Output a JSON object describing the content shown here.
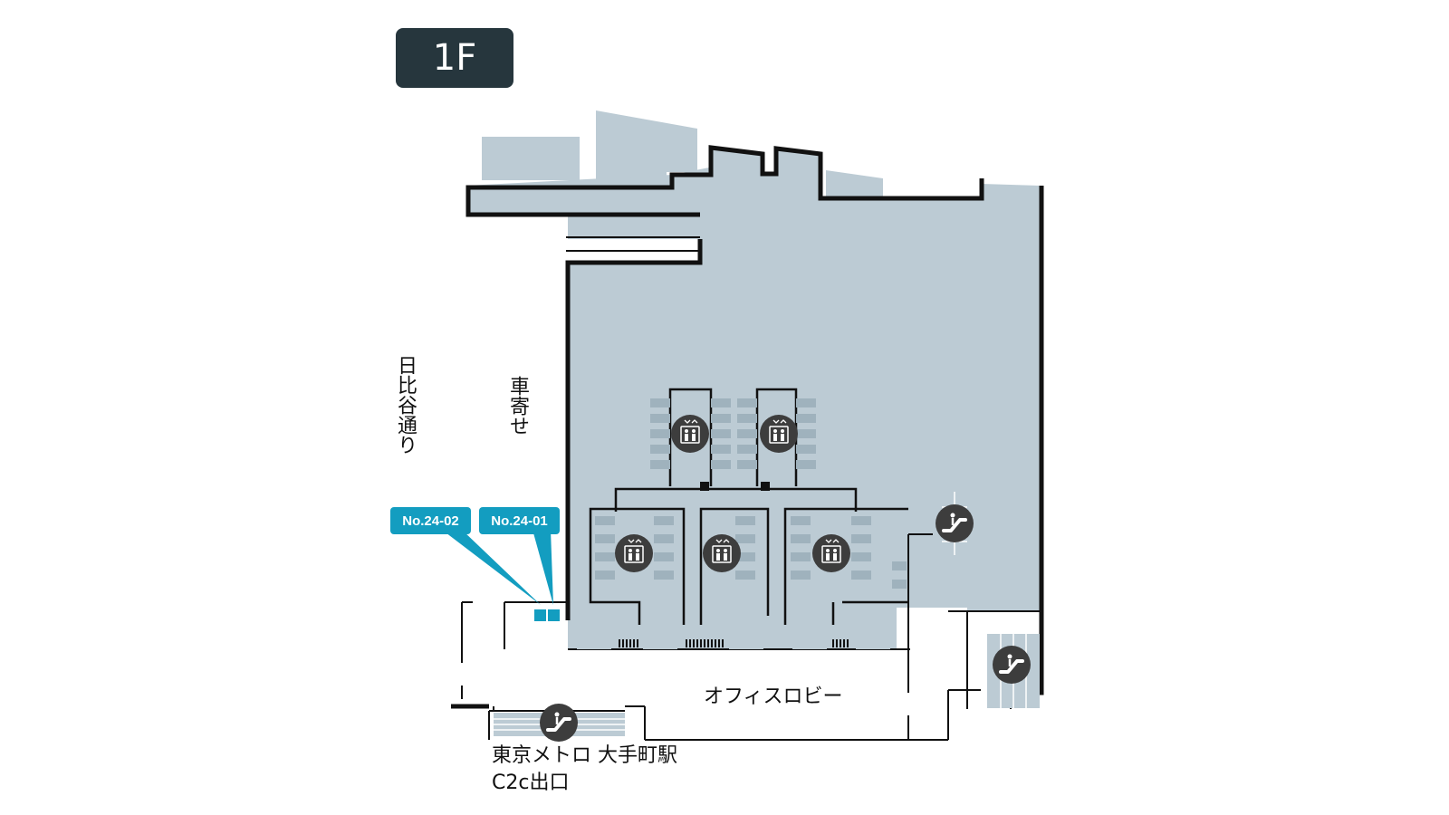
{
  "floor": "1F",
  "labels": {
    "street": "日比谷通り",
    "drop_off": "車寄せ",
    "lobby": "オフィスロビー",
    "station_line1": "東京メトロ 大手町駅",
    "station_line2": "C2c出口"
  },
  "markers": [
    "No.24-02",
    "No.24-01"
  ],
  "icons": {
    "elevator": "elevator-icon",
    "escalator": "escalator-icon"
  },
  "colors": {
    "building_fill": "#bccbd4",
    "wall": "#111111",
    "badge": "#26363d",
    "marker": "#139dc0",
    "icon_circle": "#3d3d3d",
    "shelf": "#9fb2bd"
  }
}
